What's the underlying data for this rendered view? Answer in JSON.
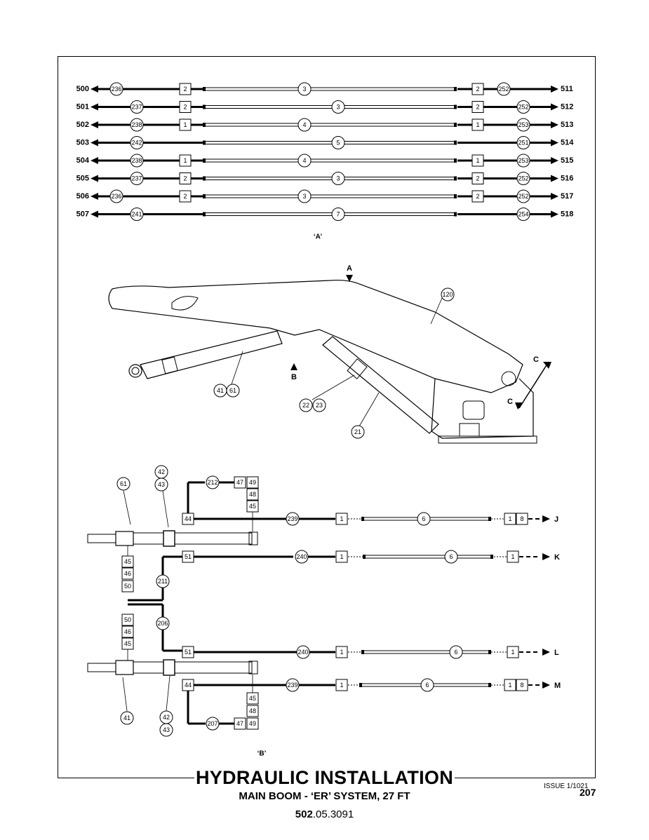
{
  "hose_table": {
    "rows": [
      {
        "left_port": "500",
        "left_fitting": "236",
        "left_box": "2",
        "hose": "3",
        "right_box": "2",
        "right_fitting": "252",
        "right_port": "511"
      },
      {
        "left_port": "501",
        "left_fitting": "237",
        "left_box": "2",
        "hose": "3",
        "right_box": "2",
        "right_fitting": "252",
        "right_port": "512"
      },
      {
        "left_port": "502",
        "left_fitting": "238",
        "left_box": "1",
        "hose": "4",
        "right_box": "1",
        "right_fitting": "253",
        "right_port": "513"
      },
      {
        "left_port": "503",
        "left_fitting": "242",
        "left_box": "",
        "hose": "5",
        "right_box": "",
        "right_fitting": "251",
        "right_port": "514"
      },
      {
        "left_port": "504",
        "left_fitting": "238",
        "left_box": "1",
        "hose": "4",
        "right_box": "1",
        "right_fitting": "253",
        "right_port": "515"
      },
      {
        "left_port": "505",
        "left_fitting": "237",
        "left_box": "2",
        "hose": "3",
        "right_box": "2",
        "right_fitting": "252",
        "right_port": "516"
      },
      {
        "left_port": "506",
        "left_fitting": "236",
        "left_box": "2",
        "hose": "3",
        "right_box": "2",
        "right_fitting": "252",
        "right_port": "517"
      },
      {
        "left_port": "507",
        "left_fitting": "241",
        "left_box": "",
        "hose": "7",
        "right_box": "",
        "right_fitting": "254",
        "right_port": "518"
      }
    ],
    "view_label": "‘A’"
  },
  "boom": {
    "section_a": "A",
    "section_b": "B",
    "section_c_top": "C",
    "section_c_bottom": "C",
    "callouts": [
      "120",
      "41",
      "61",
      "22",
      "23",
      "21"
    ]
  },
  "view_b": {
    "upper": {
      "cyl_callout": "61",
      "bracket_callouts": [
        "42",
        "43"
      ],
      "hose_212": "212",
      "box_47_49": [
        "47",
        "49"
      ],
      "stack_right": [
        "48",
        "45"
      ],
      "stack_left": [
        "45",
        "46",
        "50"
      ],
      "hose_211": "211",
      "port_44": "44",
      "port_51": "51",
      "line_j": {
        "fitting": "239",
        "box": "1",
        "hose": "6",
        "end_boxes": [
          "1",
          "8"
        ],
        "label": "J"
      },
      "line_k": {
        "fitting": "240",
        "box": "1",
        "hose": "6",
        "end_boxes": [
          "1"
        ],
        "label": "K"
      }
    },
    "lower": {
      "stack_left": [
        "50",
        "46",
        "45"
      ],
      "hose_206": "206",
      "port_51": "51",
      "port_44": "44",
      "line_l": {
        "fitting": "240",
        "box": "1",
        "hose": "6",
        "end_boxes": [
          "1"
        ],
        "label": "L"
      },
      "line_m": {
        "fitting": "239",
        "box": "1",
        "hose": "6",
        "end_boxes": [
          "1",
          "8"
        ],
        "label": "M"
      },
      "stack_right": [
        "45",
        "48"
      ],
      "hose_207": "207",
      "box_47_49": [
        "47",
        "49"
      ],
      "cyl_callout": "41",
      "bracket_callouts": [
        "42",
        "43"
      ]
    },
    "view_label": "‘B’"
  },
  "footer": {
    "title": "HYDRAULIC INSTALLATION",
    "subtitle": "MAIN BOOM - ‘ER’ SYSTEM, 27 FT",
    "doc_prefix": "502",
    "doc_suffix": ".05.3091",
    "issue": "ISSUE 1/1021",
    "page": "207"
  }
}
